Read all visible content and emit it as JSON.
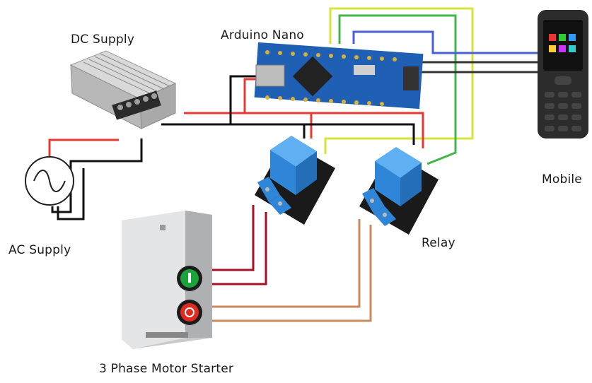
{
  "labels": {
    "dc_supply": "DC Supply",
    "arduino": "Arduino Nano",
    "mobile": "Mobile",
    "ac_supply": "AC Supply",
    "relay": "Relay",
    "motor_starter": "3 Phase Motor Starter"
  },
  "colors": {
    "red_wire": "#e53935",
    "black_wire": "#111111",
    "yellow_wire": "#d6e43a",
    "green_wire": "#43b649",
    "blue_wire": "#4a5fd6",
    "darkred_wire": "#a3122a",
    "tan_wire": "#c98a5e",
    "relay_blue": "#2f86d8",
    "arduino_blue": "#1f5fb4",
    "start_button": "#1aa33a",
    "stop_button": "#e02a1f"
  },
  "icons": [
    "ac-source-icon",
    "power-supply-icon",
    "arduino-board-icon",
    "relay-module-icon",
    "mobile-phone-icon",
    "motor-starter-icon"
  ]
}
